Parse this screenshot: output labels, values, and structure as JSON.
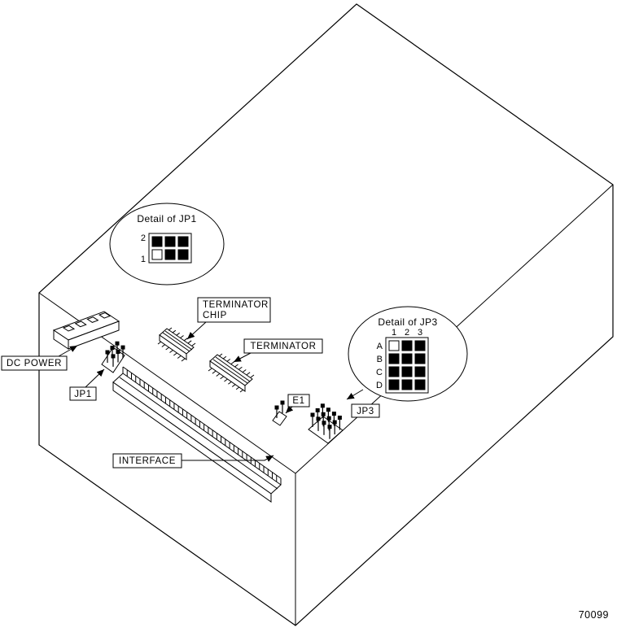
{
  "figure": {
    "number": "70099",
    "colors": {
      "line": "#000000",
      "background": "#ffffff",
      "fill_closed": "#000000",
      "fill_open": "#ffffff"
    }
  },
  "callouts": {
    "dc_power": {
      "label": "DC POWER"
    },
    "jp1": {
      "label": "JP1"
    },
    "interface": {
      "label": "INTERFACE"
    },
    "terminator_chip": {
      "line1": "TERMINATOR",
      "line2": "CHIP"
    },
    "terminator": {
      "label": "TERMINATOR"
    },
    "e1": {
      "label": "E1"
    },
    "jp3": {
      "label": "JP3"
    }
  },
  "details": {
    "jp1": {
      "title": "Detail of JP1",
      "pin_labels": [
        "2",
        "1"
      ],
      "jumper_grid": {
        "rows": 2,
        "cols": 3,
        "cells": [
          [
            1,
            1,
            1
          ],
          [
            0,
            1,
            1
          ]
        ]
      }
    },
    "jp3": {
      "title": "Detail of JP3",
      "col_labels": [
        "1",
        "2",
        "3"
      ],
      "row_labels": [
        "A",
        "B",
        "C",
        "D"
      ],
      "jumper_grid": {
        "rows": 4,
        "cols": 3,
        "cells": [
          [
            0,
            1,
            1
          ],
          [
            1,
            1,
            1
          ],
          [
            1,
            1,
            1
          ],
          [
            1,
            1,
            1
          ]
        ]
      }
    }
  }
}
